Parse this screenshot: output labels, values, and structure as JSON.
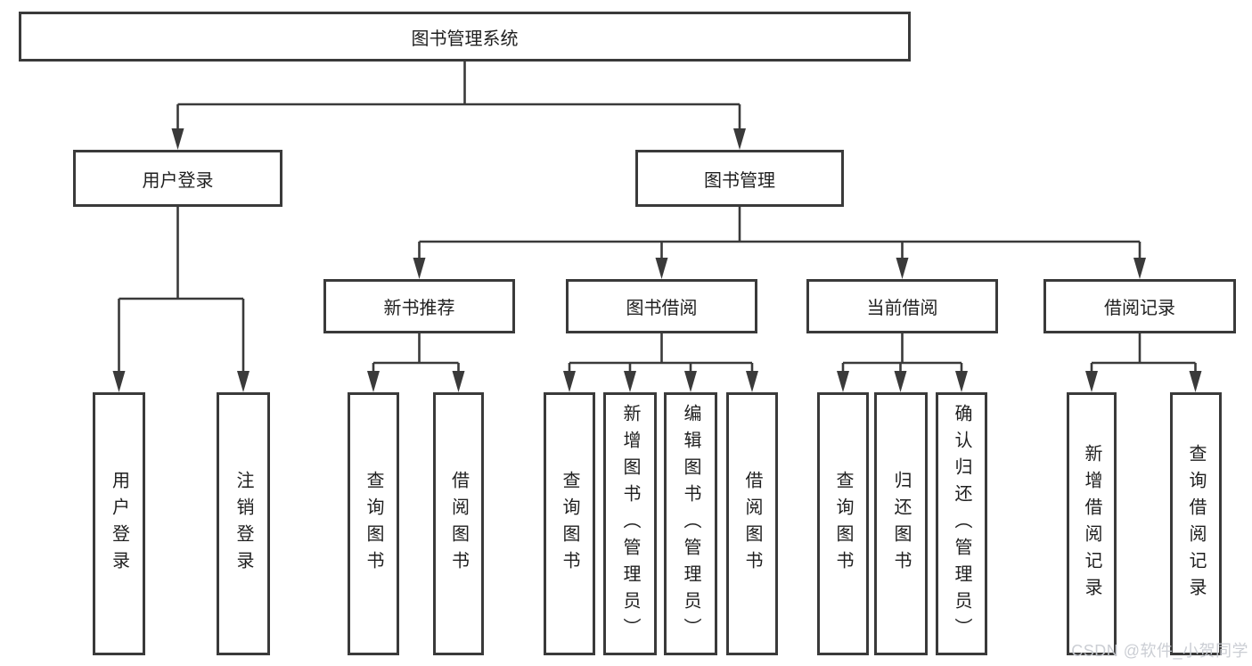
{
  "diagram_type": "hierarchy",
  "colors": {
    "line": "#3a3a3a",
    "box_border": "#3a3a3a",
    "text": "#1f1f1f",
    "background": "#ffffff",
    "watermark": "#c9ccd2"
  },
  "tree": {
    "label": "图书管理系统",
    "children": [
      {
        "label": "用户登录",
        "children": [
          {
            "label": "用户登录"
          },
          {
            "label": "注销登录"
          }
        ]
      },
      {
        "label": "图书管理",
        "children": [
          {
            "label": "新书推荐",
            "children": [
              {
                "label": "查询图书"
              },
              {
                "label": "借阅图书"
              }
            ]
          },
          {
            "label": "图书借阅",
            "children": [
              {
                "label": "查询图书"
              },
              {
                "label": "新增图书（管理员）"
              },
              {
                "label": "编辑图书（管理员）"
              },
              {
                "label": "借阅图书"
              }
            ]
          },
          {
            "label": "当前借阅",
            "children": [
              {
                "label": "查询图书"
              },
              {
                "label": "归还图书"
              },
              {
                "label": "确认归还（管理员）"
              }
            ]
          },
          {
            "label": "借阅记录",
            "children": [
              {
                "label": "新增借阅记录"
              },
              {
                "label": "查询借阅记录"
              }
            ]
          }
        ]
      }
    ]
  },
  "watermark": {
    "text": "CSDN @软件_小贺同学"
  }
}
